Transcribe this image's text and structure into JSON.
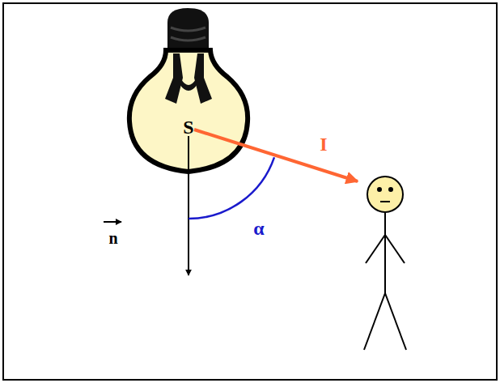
{
  "diagram": {
    "labels": [
      "S",
      "I",
      "n",
      "α"
    ]
  }
}
